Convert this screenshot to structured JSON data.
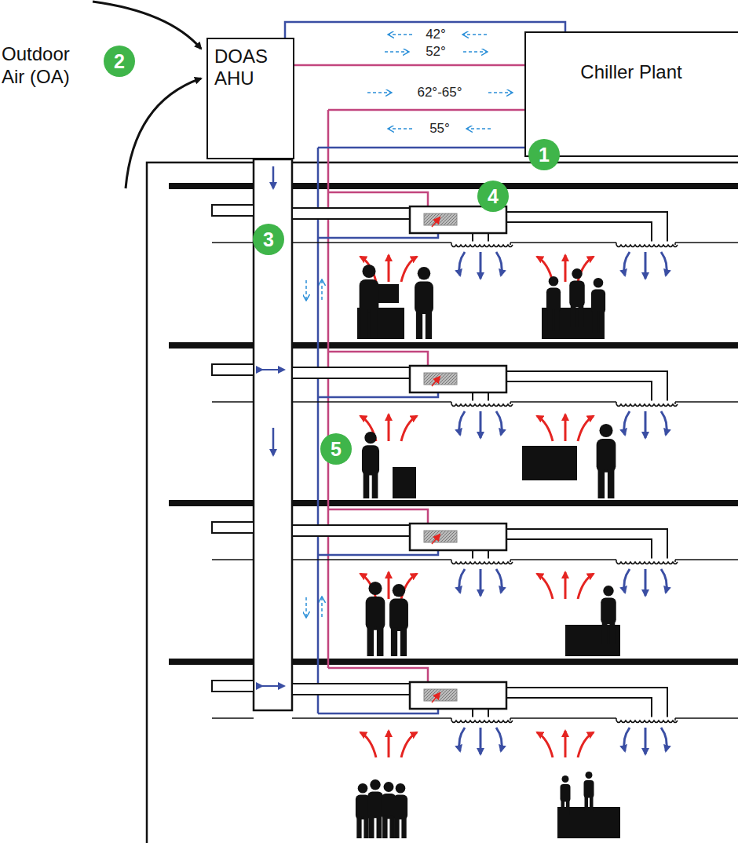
{
  "diagram": {
    "nodes": [
      {
        "text": [
          "DOAS AHU"
        ]
      },
      {
        "text": [
          "Chiller Plant"
        ]
      }
    ],
    "edges": [
      {
        "from": 1,
        "to": 0,
        "label": "42°",
        "arrow": "none"
      },
      {
        "from": 0,
        "to": 1,
        "label": "52°",
        "arrow": "none"
      }
    ],
    "labels": [
      "Outdoor Air (OA)",
      "2",
      "1",
      "62°-65°",
      "55°",
      "4",
      "3",
      "5"
    ]
  }
}
